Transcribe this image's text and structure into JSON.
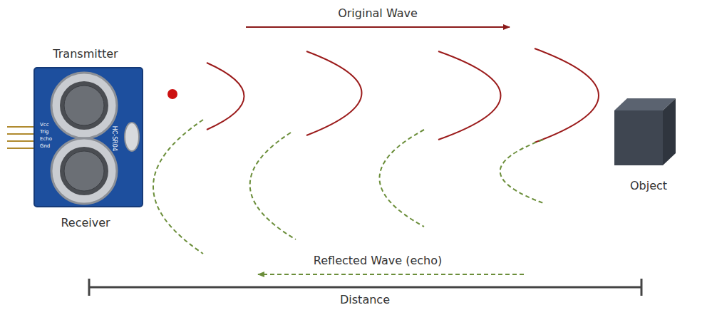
{
  "diagram": {
    "nodes": [
      {
        "text": [
          "Transmitter",
          "Receiver"
        ]
      },
      {
        "text": [
          "Object"
        ]
      }
    ],
    "labels": [
      "Original Wave",
      "Reflected Wave (echo)",
      "Distance",
      "Vcc",
      "Trig",
      "Echo",
      "Gnd",
      "HC-SR04"
    ]
  }
}
